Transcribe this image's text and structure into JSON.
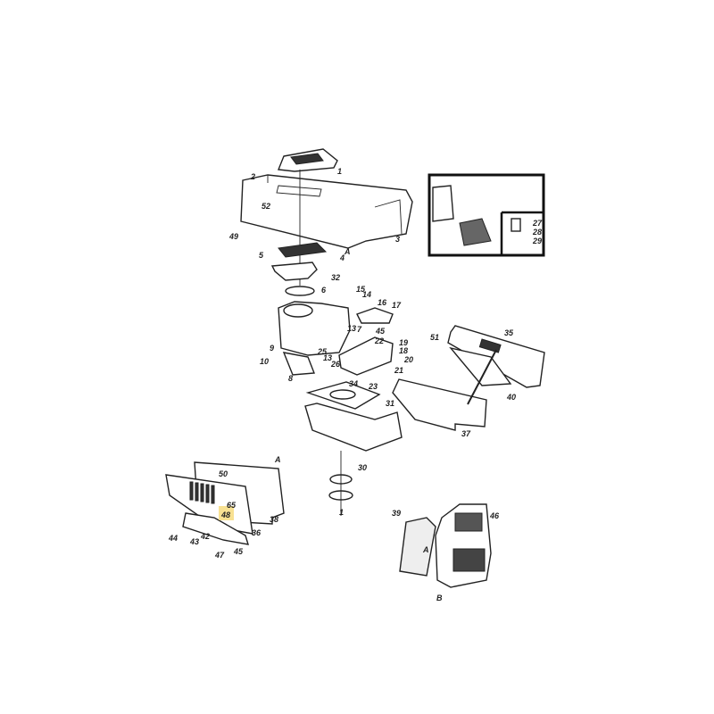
{
  "diagram": {
    "highlight_color": "#f5d76e",
    "labels": {
      "p1": "1",
      "p2": "2",
      "p52": "52",
      "p49": "49",
      "pA1": "A",
      "p4": "4",
      "p3": "3",
      "p5": "5",
      "p32": "32",
      "p6": "6",
      "p15": "15",
      "p14": "14",
      "p16": "16",
      "p17": "17",
      "p13": "13",
      "p7": "7",
      "p45a": "45",
      "p9": "9",
      "p10": "10",
      "p25": "25",
      "p22": "22",
      "p19": "19",
      "p18": "18",
      "p20": "20",
      "p26": "26",
      "p21": "21",
      "p8": "8",
      "p34": "34",
      "p23": "23",
      "p31": "31",
      "p51": "51",
      "p35": "35",
      "p40": "40",
      "p37": "37",
      "p30": "30",
      "pA2": "A",
      "p50": "50",
      "p65": "65",
      "p48": "48",
      "p38": "38",
      "p36": "36",
      "p44": "44",
      "p43": "43",
      "p42": "42",
      "p47": "47",
      "p45b": "45",
      "p39": "39",
      "p46": "46",
      "pA3": "A",
      "pB": "B",
      "p27": "27",
      "p28": "28",
      "p29": "29",
      "p13b": "13",
      "p1b": "1"
    }
  }
}
